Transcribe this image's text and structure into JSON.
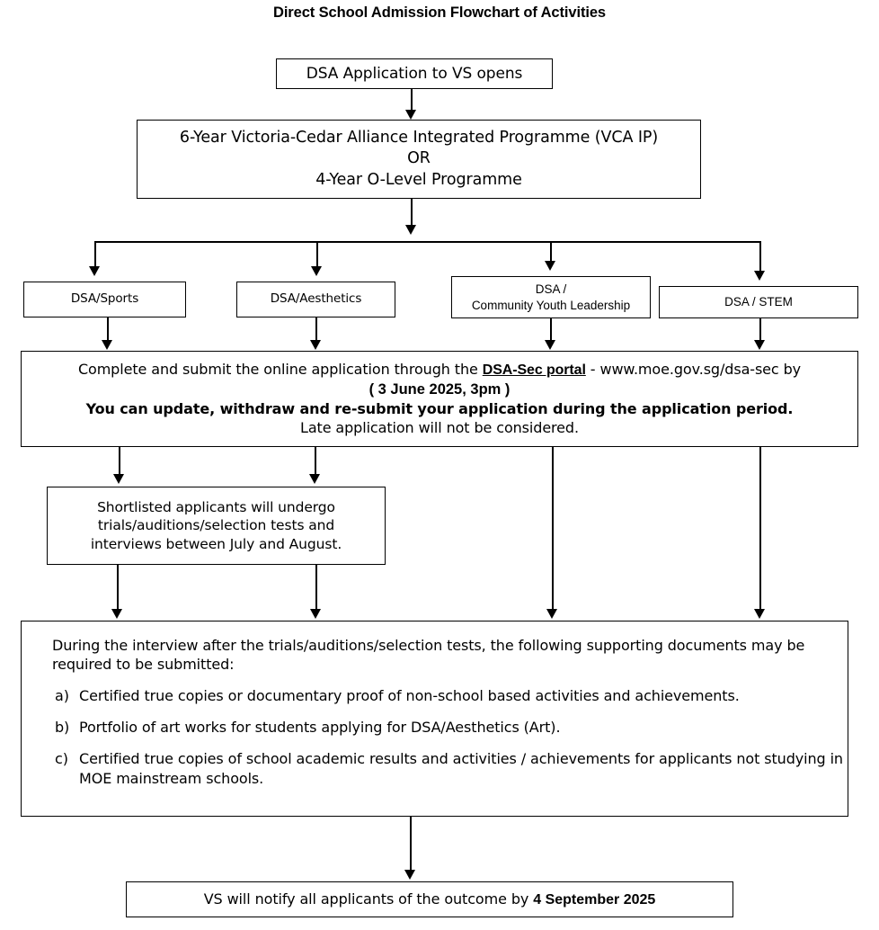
{
  "title": "Direct School Admission Flowchart of Activities",
  "colors": {
    "background": "#ffffff",
    "border": "#000000",
    "text": "#000000",
    "connector": "#000000"
  },
  "nodes": {
    "application_open": {
      "text": "DSA Application to VS opens"
    },
    "programme": {
      "line1": "6-Year Victoria-Cedar Alliance Integrated Programme (VCA IP)",
      "line2": "OR",
      "line3": "4-Year O-Level Programme"
    },
    "categories": [
      {
        "id": "sports",
        "line1": "DSA/Sports",
        "line2": ""
      },
      {
        "id": "aesthetics",
        "line1": "DSA/Aesthetics",
        "line2": ""
      },
      {
        "id": "cyl",
        "line1": "DSA /",
        "line2": "Community Youth Leadership"
      },
      {
        "id": "stem",
        "line1": "DSA / STEM",
        "line2": ""
      }
    ],
    "submit": {
      "line1_part1": "Complete and submit the online application through the ",
      "line1_link": "DSA-Sec portal",
      "line1_part2": " - www.moe.gov.sg/dsa-sec by",
      "line2": "( 3 June 2025, 3pm )",
      "line3": "You can update, withdraw and re-submit your application during the application period.",
      "line4": "Late application will not be considered."
    },
    "shortlist": {
      "line1": "Shortlisted applicants will undergo",
      "line2": "trials/auditions/selection tests and",
      "line3": "interviews between July and August."
    },
    "documents": {
      "intro_line1": "During the interview after the trials/auditions/selection tests, the following supporting documents may be",
      "intro_line2": "required to be submitted:",
      "items": [
        {
          "marker": "a)",
          "text": "Certified true copies or documentary proof of non-school based activities and achievements."
        },
        {
          "marker": "b)",
          "text": "Portfolio of art works for students applying for DSA/Aesthetics (Art)."
        },
        {
          "marker": "c)",
          "text": "Certified true copies of school academic results and activities / achievements for applicants not studying in MOE mainstream schools."
        }
      ]
    },
    "notify": {
      "prefix": "VS will notify all applicants of the outcome by ",
      "date": "4 September 2025"
    }
  }
}
